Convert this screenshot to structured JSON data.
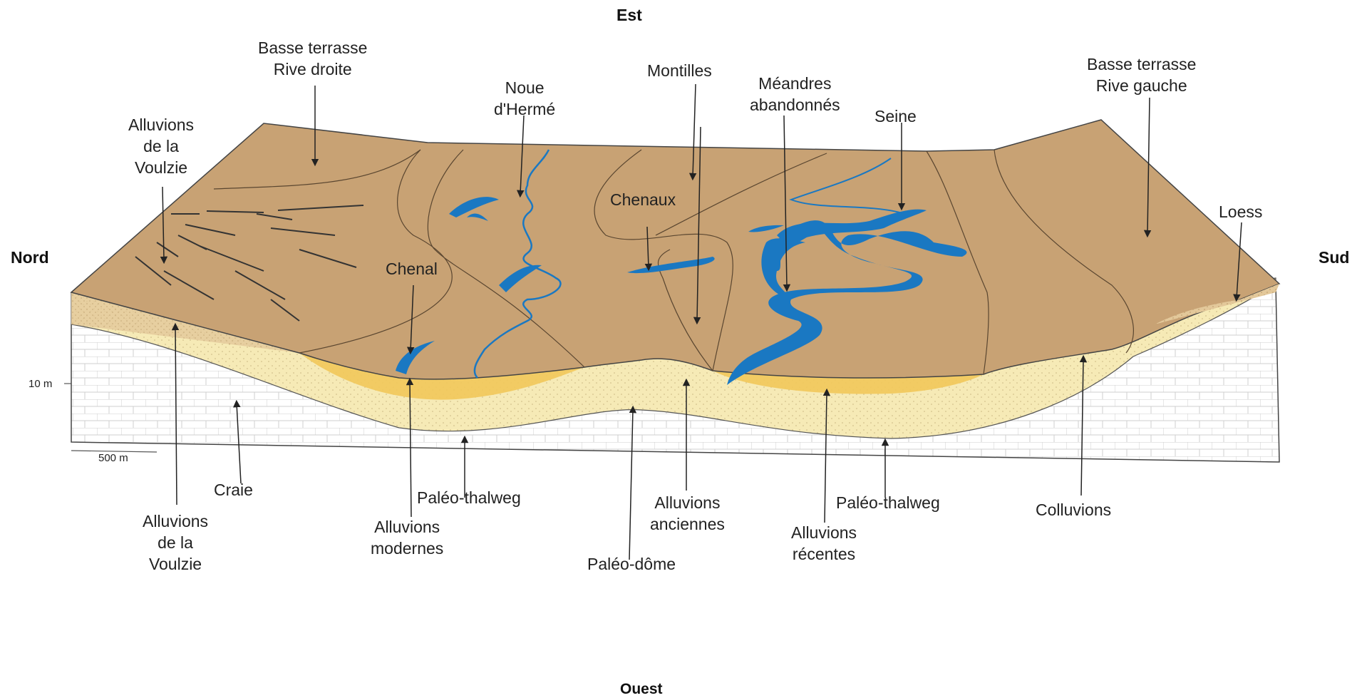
{
  "directions": {
    "north": "Nord",
    "south": "Sud",
    "east": "Est",
    "west": "Ouest"
  },
  "scale": {
    "vertical": "10 m",
    "horizontal": "500 m"
  },
  "labels": {
    "basse_terrasse_rd": [
      "Basse terrasse",
      "Rive droite"
    ],
    "alluvions_voulzie_top": [
      "Alluvions",
      "de la",
      "Voulzie"
    ],
    "noue_herme": [
      "Noue",
      "d'Hermé"
    ],
    "montilles": "Montilles",
    "meandres": [
      "Méandres",
      "abandonnés"
    ],
    "seine": "Seine",
    "basse_terrasse_rg": [
      "Basse terrasse",
      "Rive gauche"
    ],
    "loess": "Loess",
    "chenaux": "Chenaux",
    "chenal": "Chenal",
    "craie": "Craie",
    "alluvions_voulzie_bottom": [
      "Alluvions",
      "de la",
      "Voulzie"
    ],
    "paleo_thalweg_1": "Paléo-thalweg",
    "alluvions_modernes": [
      "Alluvions",
      "modernes"
    ],
    "paleo_dome": "Paléo-dôme",
    "alluvions_anciennes": [
      "Alluvions",
      "anciennes"
    ],
    "alluvions_recentes": [
      "Alluvions",
      "récentes"
    ],
    "paleo_thalweg_2": "Paléo-thalweg",
    "colluvions": "Colluvions"
  },
  "colors": {
    "surface": "#c8a274",
    "chalk": "#ffffff",
    "ancient_alluvium": "#f6eab6",
    "modern_alluvium": "#f2c85a",
    "loess": "#d8b98a",
    "water": "#1a78c2",
    "line": "#3a3a3a"
  }
}
